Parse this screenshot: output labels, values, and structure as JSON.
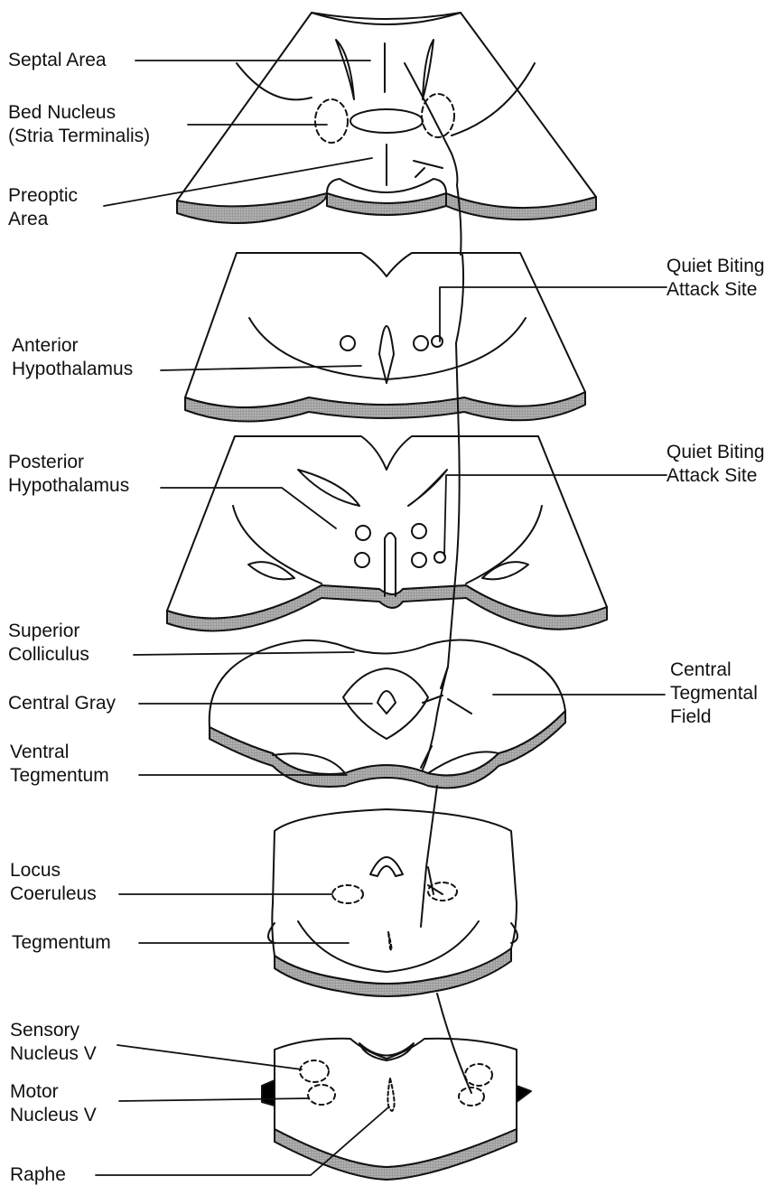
{
  "colors": {
    "ink": "#111111",
    "shade": "#a8a8a8",
    "paper": "#ffffff"
  },
  "labels": {
    "septal_area": [
      "Septal Area"
    ],
    "bed_nucleus": [
      "Bed Nucleus",
      "(Stria Terminalis)"
    ],
    "preoptic_area": [
      "Preoptic",
      "Area"
    ],
    "quiet_biting_1": [
      "Quiet Biting",
      "Attack Site"
    ],
    "anterior_hypothalamus": [
      "Anterior",
      "Hypothalamus"
    ],
    "posterior_hypothalamus": [
      "Posterior",
      "Hypothalamus"
    ],
    "quiet_biting_2": [
      "Quiet Biting",
      "Attack Site"
    ],
    "superior_colliculus": [
      "Superior",
      "Colliculus"
    ],
    "central_gray": [
      "Central Gray"
    ],
    "central_tegmental_field": [
      "Central",
      "Tegmental",
      "Field"
    ],
    "ventral_tegmentum": [
      "Ventral",
      "Tegmentum"
    ],
    "locus_coeruleus": [
      "Locus",
      "Coeruleus"
    ],
    "tegmentum": [
      "Tegmentum"
    ],
    "sensory_nucleus_v": [
      "Sensory",
      "Nucleus V"
    ],
    "motor_nucleus_v": [
      "Motor",
      "Nucleus V"
    ],
    "raphe": [
      "Raphe"
    ]
  }
}
